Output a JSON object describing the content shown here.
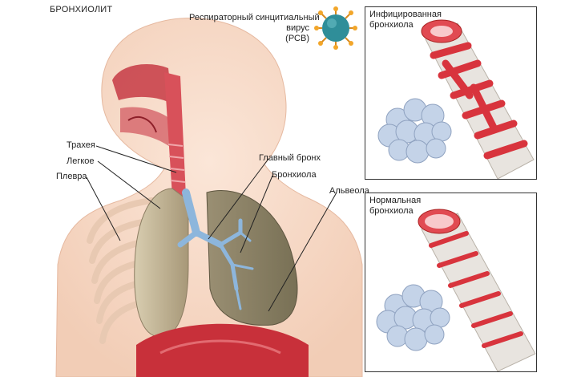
{
  "title": "БРОНХИОЛИТ",
  "virus": {
    "line1": "Респираторный синцитиальный",
    "line2": "вирус",
    "line3": "(РСВ)",
    "icon": "virus-icon"
  },
  "labels": {
    "trachea": "Трахея",
    "lung": "Легкое",
    "pleura": "Плевра",
    "main_bronchus": "Главный бронх",
    "bronchiole": "Бронхиола",
    "alveolus": "Альвеола"
  },
  "panels": {
    "infected": {
      "line1": "Инфицированная",
      "line2": "бронхиола"
    },
    "normal": {
      "line1": "Нормальная",
      "line2": "бронхиола"
    }
  },
  "colors": {
    "skin": "#f6d9c8",
    "muscle": "#c8303a",
    "airway": "#8db6dc",
    "lung": "#b8a98c",
    "alveoli": "#c4d3e8"
  }
}
